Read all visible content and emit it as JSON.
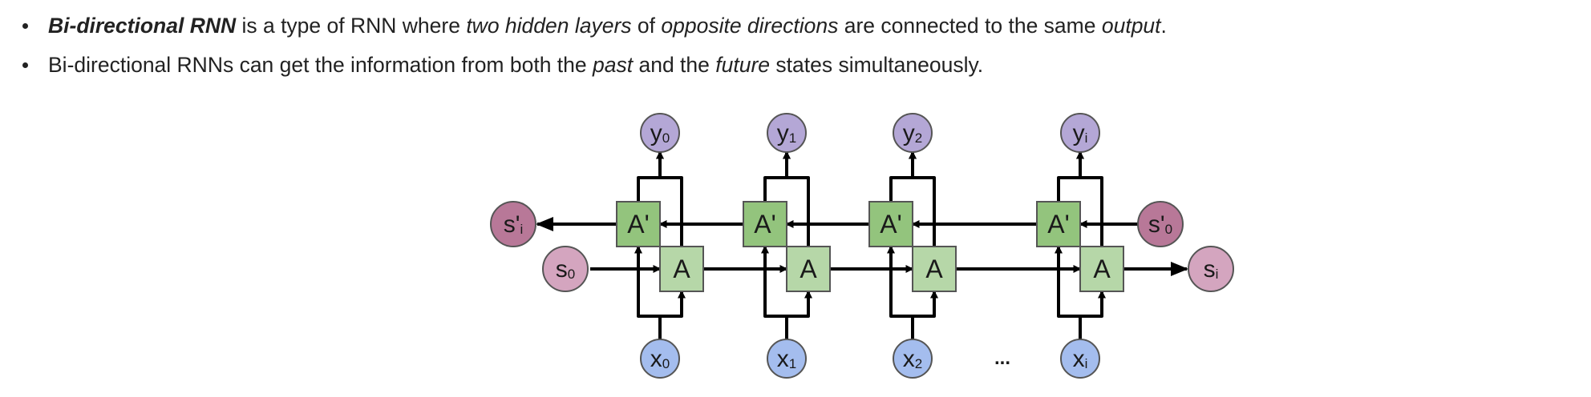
{
  "bullets": [
    {
      "parts": [
        {
          "text": "Bi-directional RNN",
          "style": "bi"
        },
        {
          "text": " is a type of RNN where ",
          "style": ""
        },
        {
          "text": "two hidden layers",
          "style": "it"
        },
        {
          "text": " of ",
          "style": ""
        },
        {
          "text": "opposite directions",
          "style": "it"
        },
        {
          "text": " are connected to the same ",
          "style": ""
        },
        {
          "text": "output",
          "style": "it"
        },
        {
          "text": ".",
          "style": ""
        }
      ]
    },
    {
      "parts": [
        {
          "text": "Bi-directional RNNs can get the information from both the ",
          "style": ""
        },
        {
          "text": "past",
          "style": "it"
        },
        {
          "text": " and the ",
          "style": ""
        },
        {
          "text": "future",
          "style": "it"
        },
        {
          "text": " states simultaneously.",
          "style": ""
        }
      ]
    }
  ],
  "diagram": {
    "forward_cell_label": "A",
    "backward_cell_label": "A'",
    "ellipsis": "...",
    "timesteps": [
      {
        "y": "y",
        "y_sub": "0",
        "x": "x",
        "x_sub": "0"
      },
      {
        "y": "y",
        "y_sub": "1",
        "x": "x",
        "x_sub": "1"
      },
      {
        "y": "y",
        "y_sub": "2",
        "x": "x",
        "x_sub": "2"
      },
      {
        "y": "y",
        "y_sub": "i",
        "x": "x",
        "x_sub": "i"
      }
    ],
    "states": {
      "s0": {
        "main": "s",
        "sub": "0"
      },
      "si": {
        "main": "s",
        "sub": "i"
      },
      "sprime_i": {
        "main": "s'",
        "sub": "i"
      },
      "sprime_0": {
        "main": "s'",
        "sub": "0"
      }
    },
    "colors": {
      "output_node": "#b4a7d6",
      "input_node": "#a4bdee",
      "forward_state_node": "#d4a5bf",
      "backward_state_node": "#b87898",
      "forward_cell": "#b6d7a8",
      "backward_cell": "#93c47d",
      "arrow": "#000000"
    }
  }
}
